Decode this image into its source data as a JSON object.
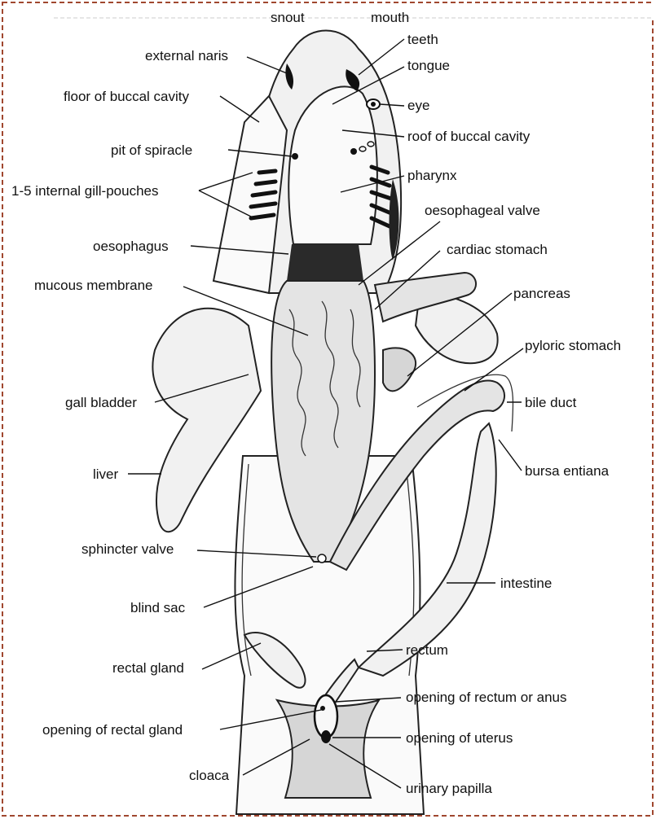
{
  "colors": {
    "frame_border": "#a0472f",
    "ink": "#111111",
    "background": "#ffffff"
  },
  "labels": {
    "snout": "snout",
    "mouth": "mouth",
    "teeth": "teeth",
    "external_naris": "external naris",
    "tongue": "tongue",
    "floor_of_buccal_cavity": "floor of buccal cavity",
    "eye": "eye",
    "roof_of_buccal_cavity": "roof of buccal cavity",
    "pit_of_spiracle": "pit of spiracle",
    "pharynx": "pharynx",
    "internal_gill_pouches": "1-5 internal gill-pouches",
    "oesophageal_valve": "oesophageal valve",
    "oesophagus": "oesophagus",
    "cardiac_stomach": "cardiac stomach",
    "mucous_membrane": "mucous membrane",
    "pancreas": "pancreas",
    "pyloric_stomach": "pyloric stomach",
    "gall_bladder": "gall bladder",
    "bile_duct": "bile duct",
    "bursa_entiana": "bursa entiana",
    "liver": "liver",
    "sphincter_valve": "sphincter valve",
    "intestine": "intestine",
    "blind_sac": "blind sac",
    "rectum": "rectum",
    "rectal_gland": "rectal gland",
    "opening_of_rectum_or_anus": "opening of rectum or anus",
    "opening_of_rectal_gland": "opening of rectal gland",
    "opening_of_uterus": "opening of uterus",
    "cloaca": "cloaca",
    "urinary_papilla": "urinary papilla"
  }
}
